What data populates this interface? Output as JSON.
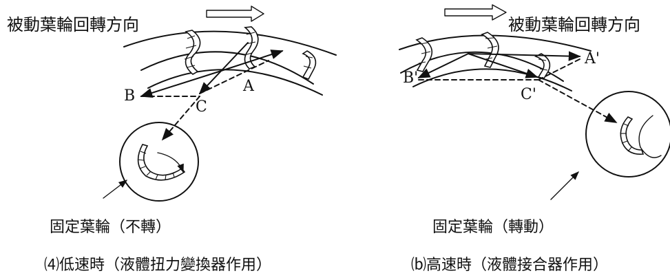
{
  "left_panel": {
    "rotation_label": "被動葉輪回轉方向",
    "vector_labels": {
      "a": "A",
      "b": "B",
      "c": "C"
    },
    "stator_label": "固定葉輪（不轉）",
    "caption": "⑷低速時（液體扭力變換器作用）"
  },
  "right_panel": {
    "rotation_label": "被動葉輪回轉方向",
    "vector_labels": {
      "a": "A'",
      "b": "B'",
      "c": "C'"
    },
    "stator_label": "固定葉輪（轉動）",
    "caption": "⒝高速時（液體接合器作用）"
  }
}
